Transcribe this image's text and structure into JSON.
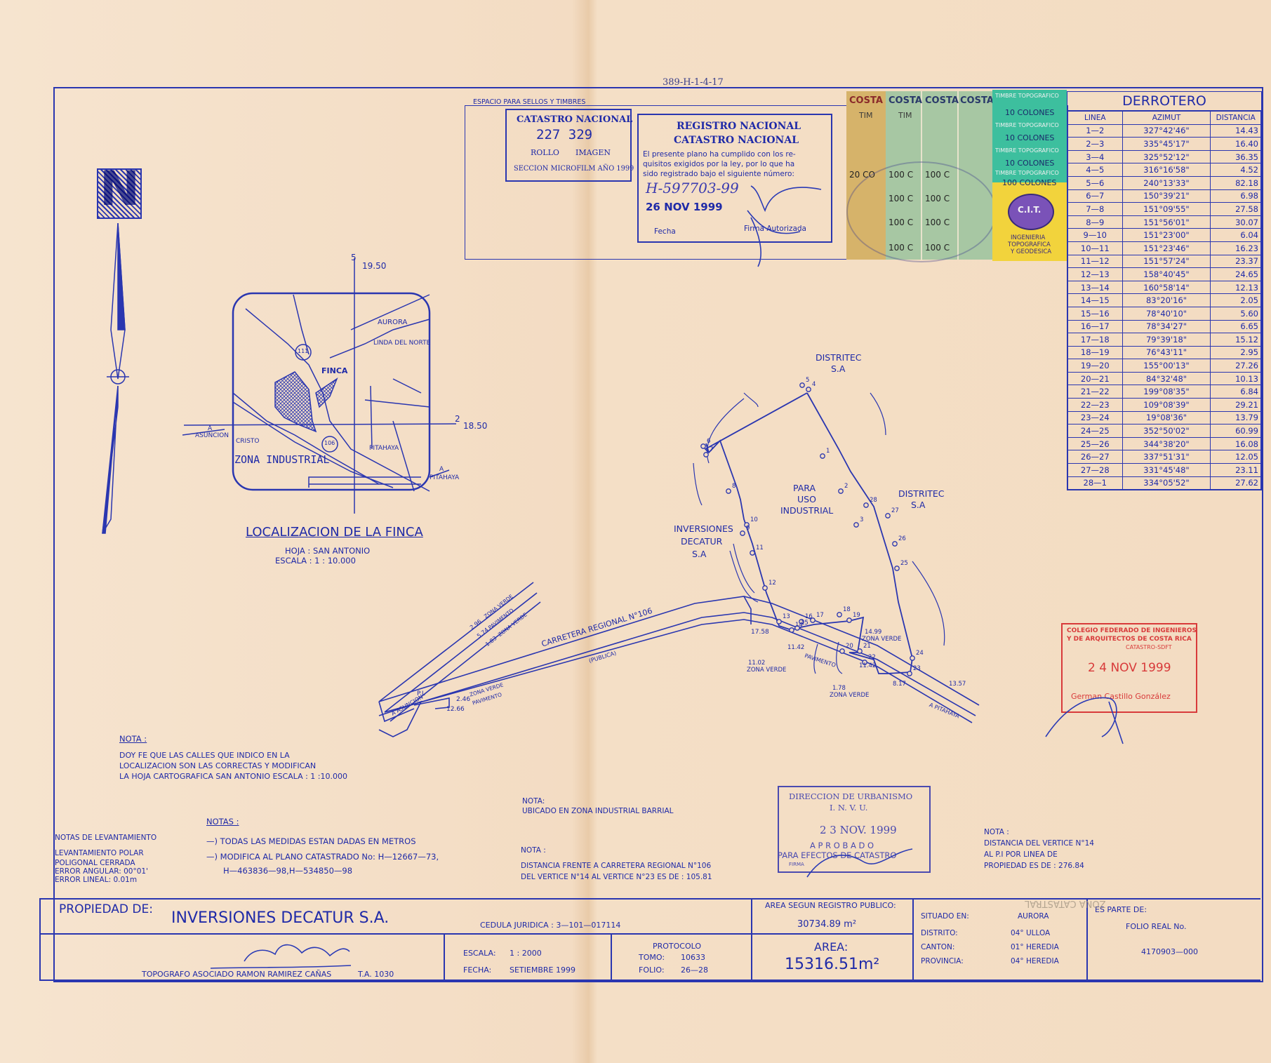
{
  "doc_number": "389-H-1-4-17",
  "sellos_space": "ESPACIO PARA SELLOS Y TIMBRES",
  "catastro_stamp": {
    "title": "CATASTRO NACIONAL",
    "number": "227 329",
    "rollo": "ROLLO",
    "imagen": "IMAGEN",
    "seccion": "SECCION MICROFILM AÑO 1999"
  },
  "registro_stamp": {
    "l1": "REGISTRO NACIONAL",
    "l2": "CATASTRO NACIONAL",
    "body1": "El presente plano ha cumplido con los re-",
    "body2": "quisitos exigidos por la ley, por lo que ha",
    "body3": "sido registrado bajo el siguiente número:",
    "number": "H-597703-99",
    "date": "26 NOV 1999",
    "fecha": "Fecha",
    "firma": "Firma Autorizada"
  },
  "timbres": {
    "costa": "COSTA",
    "tim": "TIM",
    "v20": "20 CO",
    "v100": "100 C",
    "t1": "TIMBRE TOPOGRAFICO",
    "t2": "10 COLONES",
    "t3": "100 COLONES",
    "cit": "C.I.T.",
    "cit1": "INGENIERIA",
    "cit2": "TOPOGRAFICA",
    "cit3": "Y GEODESICA"
  },
  "derrotero": {
    "title": "DERROTERO",
    "headers": [
      "LINEA",
      "AZIMUT",
      "DISTANCIA"
    ],
    "rows": [
      [
        "1—2",
        "327°42'46\"",
        "14.43"
      ],
      [
        "2—3",
        "335°45'17\"",
        "16.40"
      ],
      [
        "3—4",
        "325°52'12\"",
        "36.35"
      ],
      [
        "4—5",
        "316°16'58\"",
        "4.52"
      ],
      [
        "5—6",
        "240°13'33\"",
        "82.18"
      ],
      [
        "6—7",
        "150°39'21\"",
        "6.98"
      ],
      [
        "7—8",
        "151°09'55\"",
        "27.58"
      ],
      [
        "8—9",
        "151°56'01\"",
        "30.07"
      ],
      [
        "9—10",
        "151°23'00\"",
        "6.04"
      ],
      [
        "10—11",
        "151°23'46\"",
        "16.23"
      ],
      [
        "11—12",
        "151°57'24\"",
        "23.37"
      ],
      [
        "12—13",
        "158°40'45\"",
        "24.65"
      ],
      [
        "13—14",
        "160°58'14\"",
        "12.13"
      ],
      [
        "14—15",
        "83°20'16\"",
        "2.05"
      ],
      [
        "15—16",
        "78°40'10\"",
        "5.60"
      ],
      [
        "16—17",
        "78°34'27\"",
        "6.65"
      ],
      [
        "17—18",
        "79°39'18\"",
        "15.12"
      ],
      [
        "18—19",
        "76°43'11\"",
        "2.95"
      ],
      [
        "19—20",
        "155°00'13\"",
        "27.26"
      ],
      [
        "20—21",
        "84°32'48\"",
        "10.13"
      ],
      [
        "21—22",
        "199°08'35\"",
        "6.84"
      ],
      [
        "22—23",
        "109°08'39\"",
        "29.21"
      ],
      [
        "23—24",
        "19°08'36\"",
        "13.79"
      ],
      [
        "24—25",
        "352°50'02\"",
        "60.99"
      ],
      [
        "25—26",
        "344°38'20\"",
        "16.08"
      ],
      [
        "26—27",
        "337°51'31\"",
        "12.05"
      ],
      [
        "27—28",
        "331°45'48\"",
        "23.11"
      ],
      [
        "28—1",
        "334°05'52\"",
        "27.62"
      ]
    ]
  },
  "location_map": {
    "title": "LOCALIZACION DE LA FINCA",
    "hoja": "HOJA : SAN ANTONIO",
    "escala": "ESCALA : 1 : 10.000",
    "coord_5": "5",
    "coord_1950": "19.50",
    "coord_2": "2",
    "coord_1850": "18.50",
    "aurora": "AURORA",
    "linda": "LINDA DEL NORTE",
    "finca": "FINCA",
    "r111": "111",
    "r106": "106",
    "a": "A",
    "asuncion": "ASUNCION",
    "cristo": "CRISTO",
    "pitahaya": "PITAHAYA",
    "zona": "ZONA INDUSTRIAL"
  },
  "plan": {
    "distritec": "DISTRITEC",
    "sa": "S.A",
    "para": "PARA",
    "uso": "USO",
    "industrial": "INDUSTRIAL",
    "inversiones": "INVERSIONES",
    "decatur": "DECATUR",
    "carretera": "CARRETERA REGIONAL N°106",
    "publica": "(PUBLICA)",
    "zona_verde": "ZONA VERDE",
    "pavimento": "PAVIMENTO",
    "pi": "P.I.",
    "a_asuncion": "A ASUNCION",
    "a_pitahaya": "A PITAHAYA",
    "d296": "2.96",
    "d574": "5.74",
    "d183": "1.83",
    "d246": "2.46",
    "d1266": "12.66",
    "d1758": "17.58",
    "d1142a": "11.42",
    "d1142b": "11.42",
    "d1102": "11.02",
    "d1499": "14.99",
    "d178": "1.78",
    "d817": "8.17",
    "d1357": "13.57",
    "vertices": [
      "1",
      "2",
      "3",
      "4",
      "5",
      "6",
      "7",
      "8",
      "9",
      "10",
      "11",
      "12",
      "13",
      "14",
      "15",
      "16",
      "17",
      "18",
      "19",
      "20",
      "21",
      "22",
      "23",
      "24",
      "25",
      "26",
      "27",
      "28"
    ]
  },
  "colegio_stamp": {
    "l1": "COLEGIO FEDERADO DE INGENIEROS",
    "l2": "Y DE ARQUITECTOS DE COSTA RICA",
    "l3": "CATASTRO-SDFT",
    "date": "2 4 NOV 1999",
    "name": "German Castillo González"
  },
  "nota1": {
    "title": "NOTA :",
    "l1": "DOY FE QUE LAS CALLES QUE INDICO EN LA",
    "l2": "LOCALIZACION SON LAS CORRECTAS Y MODIFICAN",
    "l3": "LA HOJA CARTOGRAFICA SAN ANTONIO ESCALA : 1 :10.000"
  },
  "nota_zona": {
    "title": "NOTA:",
    "text": "UBICADO EN ZONA INDUSTRIAL BARRIAL"
  },
  "urbanismo": {
    "l1": "DIRECCION DE URBANISMO",
    "l2": "I. N. V. U.",
    "date": "2 3 NOV. 1999",
    "aprobado": "A P R O B A D O",
    "para": "PARA EFECTOS DE CATASTRO",
    "firma": "FIRMA"
  },
  "levantamiento": {
    "l1": "NOTAS DE LEVANTAMIENTO",
    "l2": "LEVANTAMIENTO POLAR",
    "l3": "POLIGONAL CERRADA",
    "l4": "ERROR ANGULAR: 00°01'",
    "l5": "ERROR LINEAL: 0.01m"
  },
  "notas": {
    "title": "NOTAS :",
    "l1": "—) TODAS LAS MEDIDAS ESTAN DADAS EN METROS",
    "l2": "—) MODIFICA AL PLANO CATASTRADO No: H—12667—73,",
    "l3": "H—463836—98,H—534850—98"
  },
  "nota_dist": {
    "title": "NOTA :",
    "l1": "DISTANCIA FRENTE A CARRETERA REGIONAL N°106",
    "l2": "DEL VERTICE N°14 AL VERTICE N°23 ES DE : 105.81"
  },
  "nota_vert": {
    "title": "NOTA :",
    "l1": "DISTANCIA DEL VERTICE N°14",
    "l2": "AL P.I POR LINEA DE",
    "l3": "PROPIEDAD ES DE : 276.84"
  },
  "title_block": {
    "propiedad_label": "PROPIEDAD DE:",
    "propietario": "INVERSIONES DECATUR S.A.",
    "cedula": "CEDULA JURIDICA : 3—101—017114",
    "area_reg_label": "AREA SEGUN REGISTRO PUBLICO:",
    "area_reg": "30734.89 m²",
    "situado": "SITUADO EN:",
    "situado_val": "AURORA",
    "distrito": "DISTRITO:",
    "distrito_val": "04° ULLOA",
    "canton": "CANTON:",
    "canton_val": "01° HEREDIA",
    "provincia": "PROVINCIA:",
    "provincia_val": "04° HEREDIA",
    "parte": "ES PARTE DE:",
    "folio_real": "FOLIO REAL No.",
    "folio_real_val": "4170903—000",
    "escala_label": "ESCALA:",
    "escala_val": "1 : 2000",
    "fecha_label": "FECHA:",
    "fecha_val": "SETIEMBRE 1999",
    "protocolo": "PROTOCOLO",
    "tomo_label": "TOMO:",
    "tomo_val": "10633",
    "folio_label": "FOLIO:",
    "folio_val": "26—28",
    "area_label": "AREA:",
    "area_val": "15316.51m²",
    "topografo": "TOPOGRAFO ASOCIADO RAMON RAMIREZ CAÑAS",
    "ta": "T.A. 1030"
  },
  "zona_catastral": "ZONA CATASTRAL",
  "north": "N",
  "colors": {
    "ink": "#1f2aa8",
    "paper": "#f3dcc2",
    "stamp_red": "#d83a3a"
  }
}
